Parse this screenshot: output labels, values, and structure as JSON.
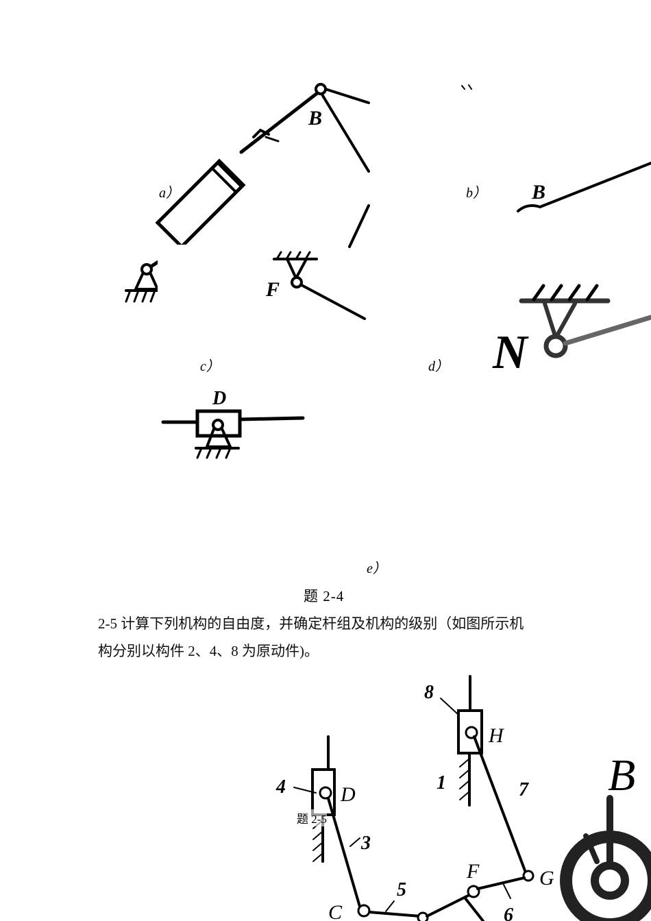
{
  "fig_2_4": {
    "a": {
      "sub_label": "a）",
      "joints": [
        "B",
        "F"
      ]
    },
    "b": {
      "sub_label": "b）",
      "joints": [
        "B"
      ]
    },
    "c": {
      "sub_label": "c）",
      "joints": [
        "D"
      ]
    },
    "d": {
      "sub_label": "d）",
      "joints": [
        "N"
      ]
    },
    "e": {
      "sub_label": "e）"
    },
    "caption": "题 2-4"
  },
  "problem_2_5": {
    "line1": "2-5 计算下列机构的自由度，并确定杆组及机构的级别（如图所示机",
    "line2": "构分别以构件 2、4、8 为原动件)。"
  },
  "fig_2_5": {
    "overlay_caption": "题 2-5",
    "members": [
      "8",
      "4",
      "1",
      "7",
      "3",
      "5",
      "6"
    ],
    "joints": [
      "H",
      "D",
      "G",
      "F",
      "C"
    ],
    "side_label": "B"
  }
}
